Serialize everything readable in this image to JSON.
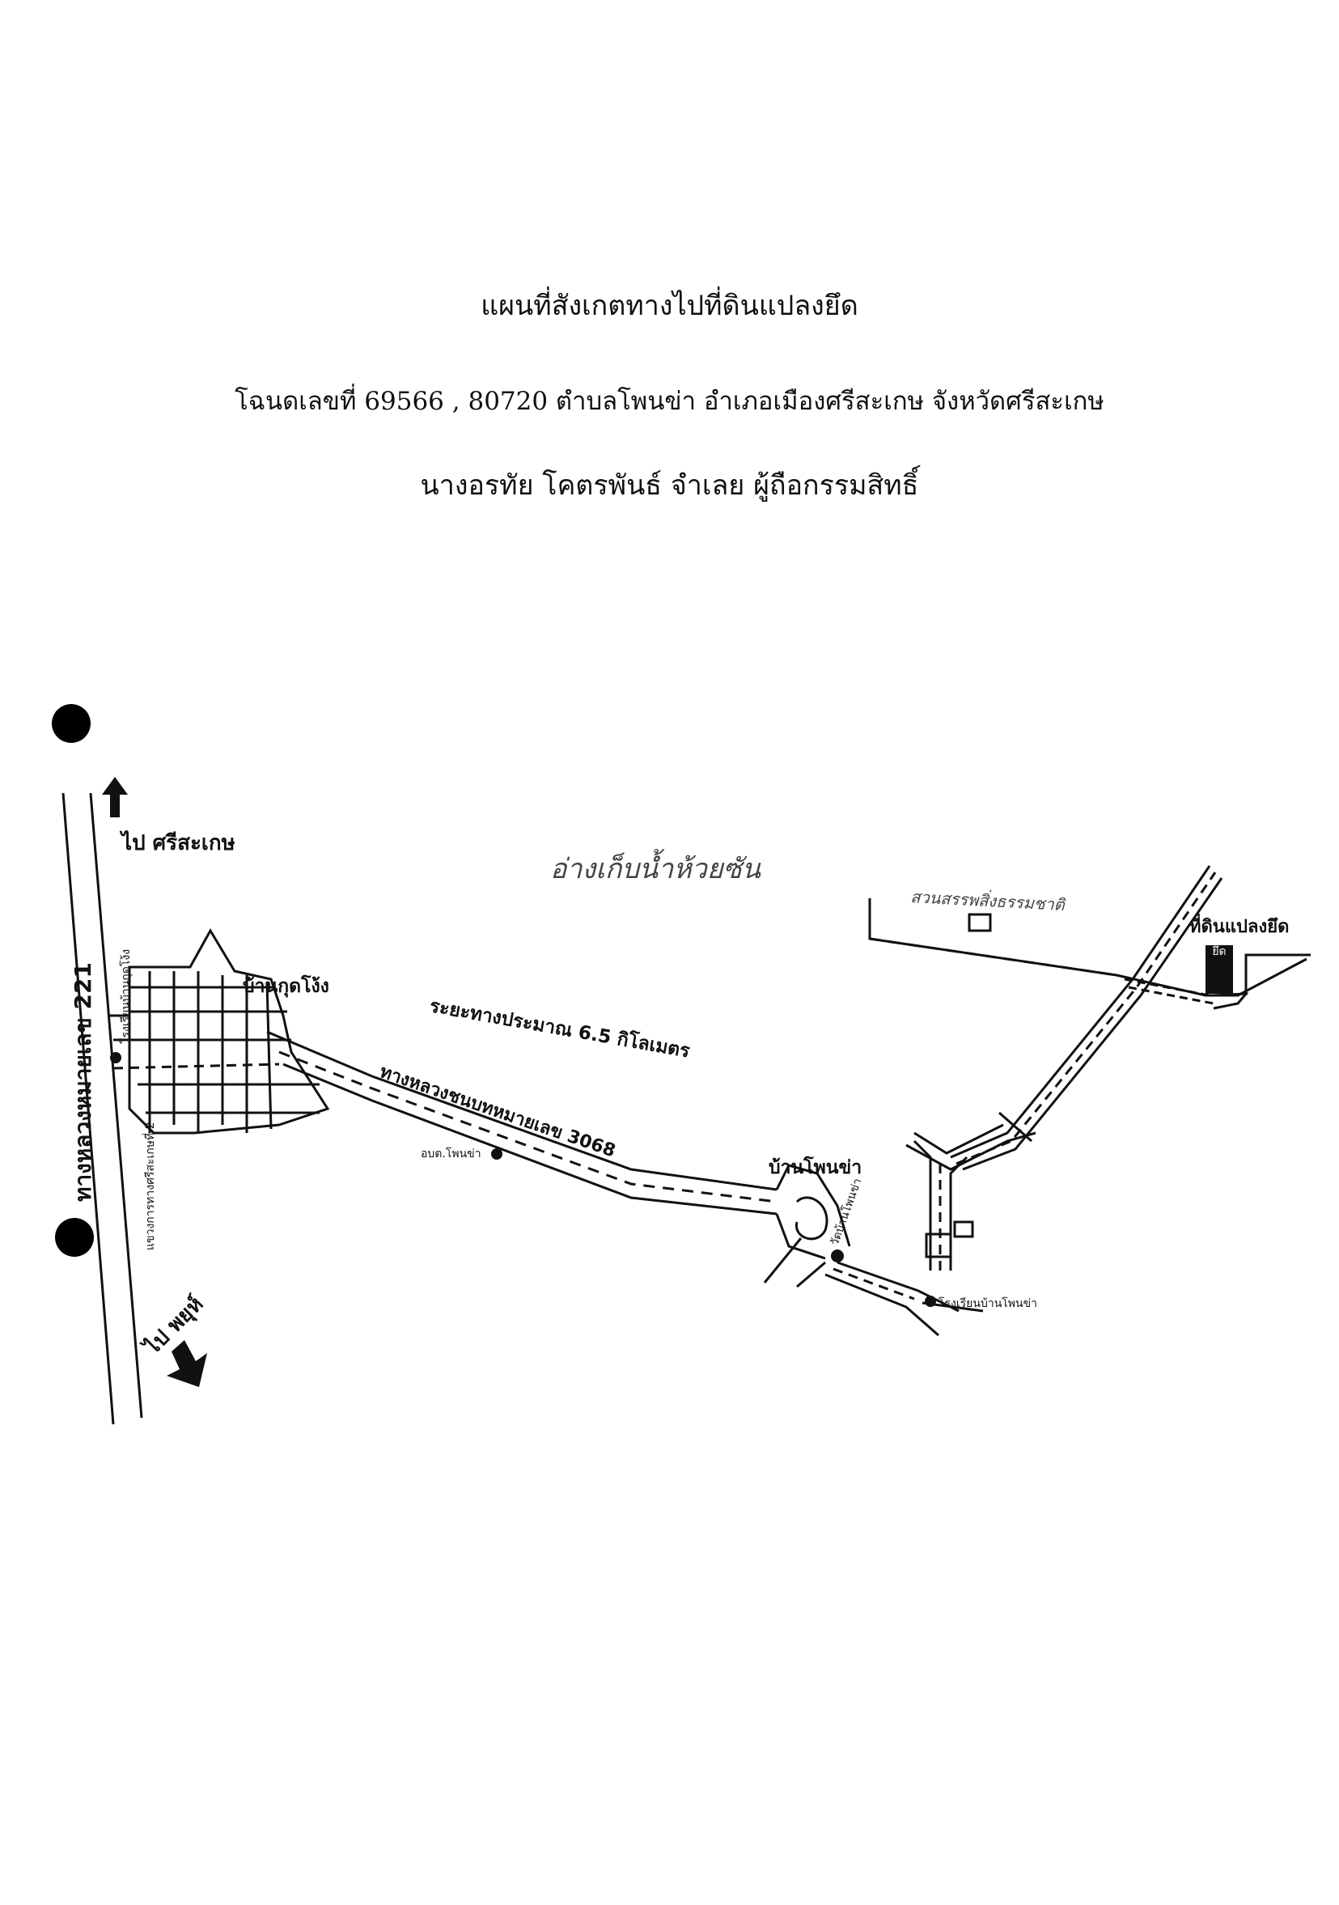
{
  "header": {
    "title": "แผนที่สังเกตทางไปที่ดินแปลงยึด",
    "deed_line": "โฉนดเลขที่ 69566 , 80720 ตำบลโพนข่า อำเภอเมืองศรีสะเกษ จังหวัดศรีสะเกษ",
    "owner_line": "นางอรทัย  โคตรพันธ์  จำเลย  ผู้ถือกรรมสิทธิ์"
  },
  "map": {
    "main_highway": "ทางหลวงหมายเลข 221",
    "dir_north": "ไป  ศรีสะเกษ",
    "dir_south": "ไป  พยุห์",
    "village_1": "บ้านกุดโง้ง",
    "village_2": "บ้านโพนข่า",
    "distance": "ระยะทางประมาณ 6.5  กิโลเมตร",
    "rural_road": "ทางหลวงชนบทหมายเลข  3068",
    "reservoir": "อ่างเก็บน้ำห้วยซัน",
    "park": "สวนสรรพสิ่งธรรมชาติ",
    "target": "ที่ดินแปลงยึด",
    "target_box_label": "ยึด",
    "tao_office": "อบต.โพนข่า",
    "temple": "วัดบ้านโพนข่า",
    "school": "โรงเรียนบ้านโพนข่า",
    "school_kudngong": "โรงเรียนบ้านกุดโง้ง",
    "highway_office": "แขวงการทางศรีสะเกษที่ 2"
  },
  "colors": {
    "ink": "#111111",
    "paper": "#ffffff"
  }
}
